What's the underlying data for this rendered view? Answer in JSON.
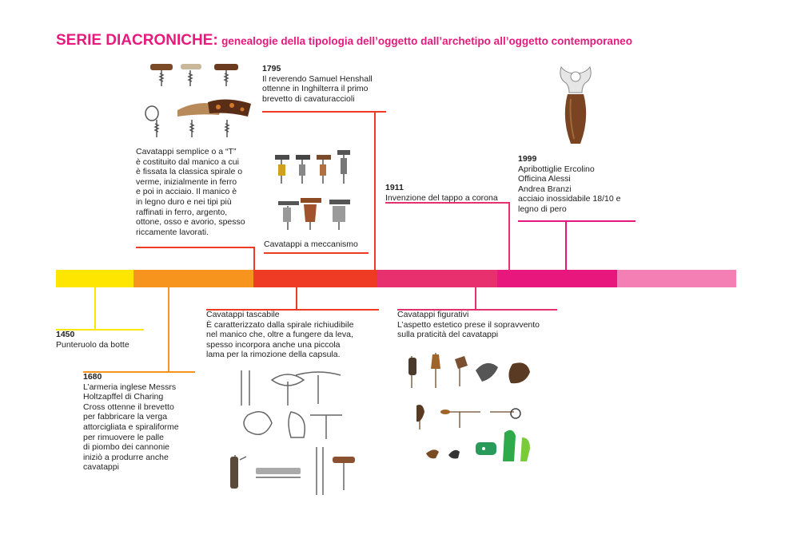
{
  "title": {
    "main": "SERIE DIACRONICHE:",
    "sub": "genealogie della tipologia dell’oggetto dall’archetipo all’oggetto contemporaneo",
    "color": "#e8197d"
  },
  "timeline_colors": [
    "#ffe600",
    "#f7941d",
    "#ef3a24",
    "#e8306e",
    "#e8177d",
    "#f37fb4"
  ],
  "events": {
    "e1450": {
      "year": "1450",
      "text": "Punteruolo da botte"
    },
    "e1680": {
      "year": "1680",
      "text": "L’armeria inglese Messrs\nHoltzapffel di Charing\nCross ottenne il brevetto\nper fabbricare la verga\nattorcigliata e spiraliforme\nper rimuovere le palle\ndi piombo dei cannonie\niniziò a produrre anche\ncavatappi"
    },
    "semplice": {
      "text": "Cavatappi semplice o a “T”\nè costituito dal manico a cui\nè fissata la classica spirale o\nverme, inizialmente in ferro\ne poi in acciaio. Il manico è\nin legno duro e nei tipi più\nraffinati in ferro, argento,\nottone, osso e avorio, spesso\nriccamente lavorati."
    },
    "e1795": {
      "year": "1795",
      "text": "Il reverendo Samuel Henshall\nottenne in Inghilterra il primo\nbrevetto di cavaturaccioli"
    },
    "meccanismo": {
      "text": "Cavatappi a meccanismo"
    },
    "tascabile": {
      "text": "Cavatappi tascabile\nÈ caratterizzato dalla spirale richiudibile\nnel manico che, oltre a fungere da leva,\nspesso incorpora anche una piccola\nlama per la rimozione della capsula."
    },
    "e1911": {
      "year": "1911",
      "text": "Invenzione del tappo a corona"
    },
    "figurativi": {
      "text": "Cavatappi figurativi\nL’aspetto estetico prese il sopravvento\nsulla praticità del cavatappi"
    },
    "e1999": {
      "year": "1999",
      "text": "Apribottiglie Ercolino\nOfficina Alessi\nAndrea Branzi\nacciaio inossidabile 18/10 e\nlegno di pero"
    }
  }
}
